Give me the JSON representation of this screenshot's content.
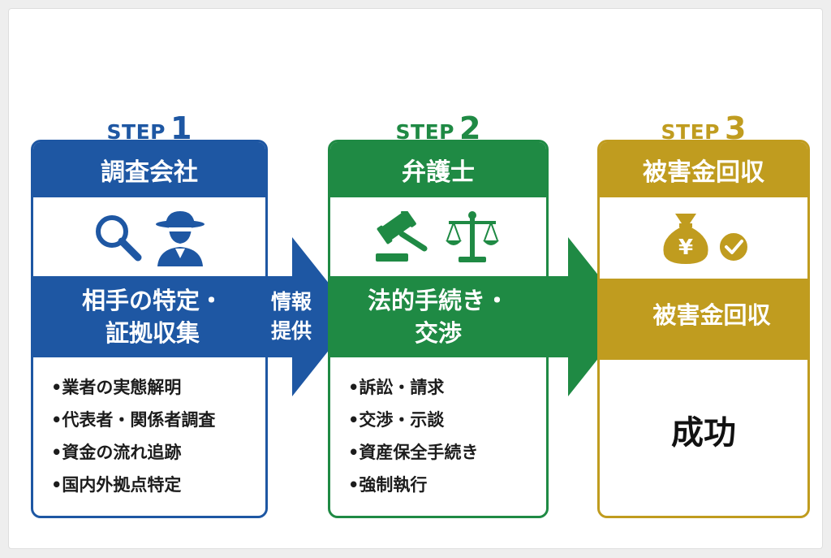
{
  "colors": {
    "step1": "#1e57a3",
    "step2": "#1f8a44",
    "step3": "#c09c1f"
  },
  "steps": [
    {
      "step_word": "STEP",
      "step_num": "1",
      "title": "調査会社",
      "band_line1": "相手の特定・",
      "band_line2": "証拠収集",
      "items": [
        "•業者の実態解明",
        "•代表者・関係者調査",
        "•資金の流れ追跡",
        "•国内外拠点特定"
      ],
      "icons": [
        "magnifier-icon",
        "detective-icon"
      ]
    },
    {
      "step_word": "STEP",
      "step_num": "2",
      "title": "弁護士",
      "band_line1": "法的手続き・",
      "band_line2": "交渉",
      "items": [
        "•訴訟・請求",
        "•交渉・示談",
        "•資産保全手続き",
        "•強制執行"
      ],
      "icons": [
        "gavel-icon",
        "scales-icon"
      ]
    },
    {
      "step_word": "STEP",
      "step_num": "3",
      "title": "被害金回収",
      "band_line1": "被害金回収",
      "result": "成功",
      "icons": [
        "money-bag-icon",
        "check-circle-icon"
      ]
    }
  ],
  "arrow1_label_line1": "情報",
  "arrow1_label_line2": "提供",
  "yen_symbol": "¥"
}
